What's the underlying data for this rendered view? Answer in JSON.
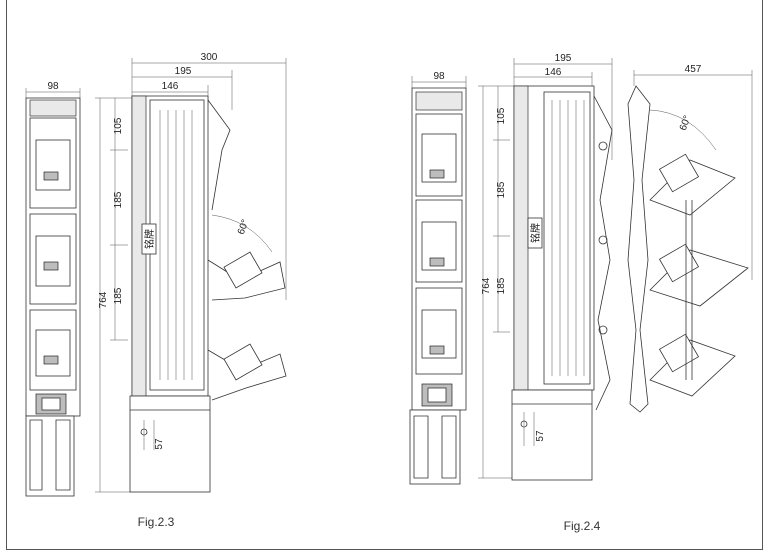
{
  "figures": [
    {
      "caption": "Fig.2.3",
      "front_view": {
        "width_label": "98"
      },
      "side_view": {
        "width_labels": [
          "300",
          "195",
          "146"
        ],
        "height_labels": [
          "105",
          "185",
          "185",
          "764"
        ],
        "angle_label": "60°",
        "bottom_label": "57",
        "nameplate": "铭牌"
      }
    },
    {
      "caption": "Fig.2.4",
      "front_view": {
        "width_label": "98"
      },
      "side_view": {
        "width_labels": [
          "195",
          "146"
        ],
        "height_labels": [
          "105",
          "185",
          "185",
          "764"
        ],
        "bottom_label": "57",
        "nameplate": "铭牌"
      },
      "open_view": {
        "width_label": "457",
        "angle_label": "60°"
      }
    }
  ]
}
